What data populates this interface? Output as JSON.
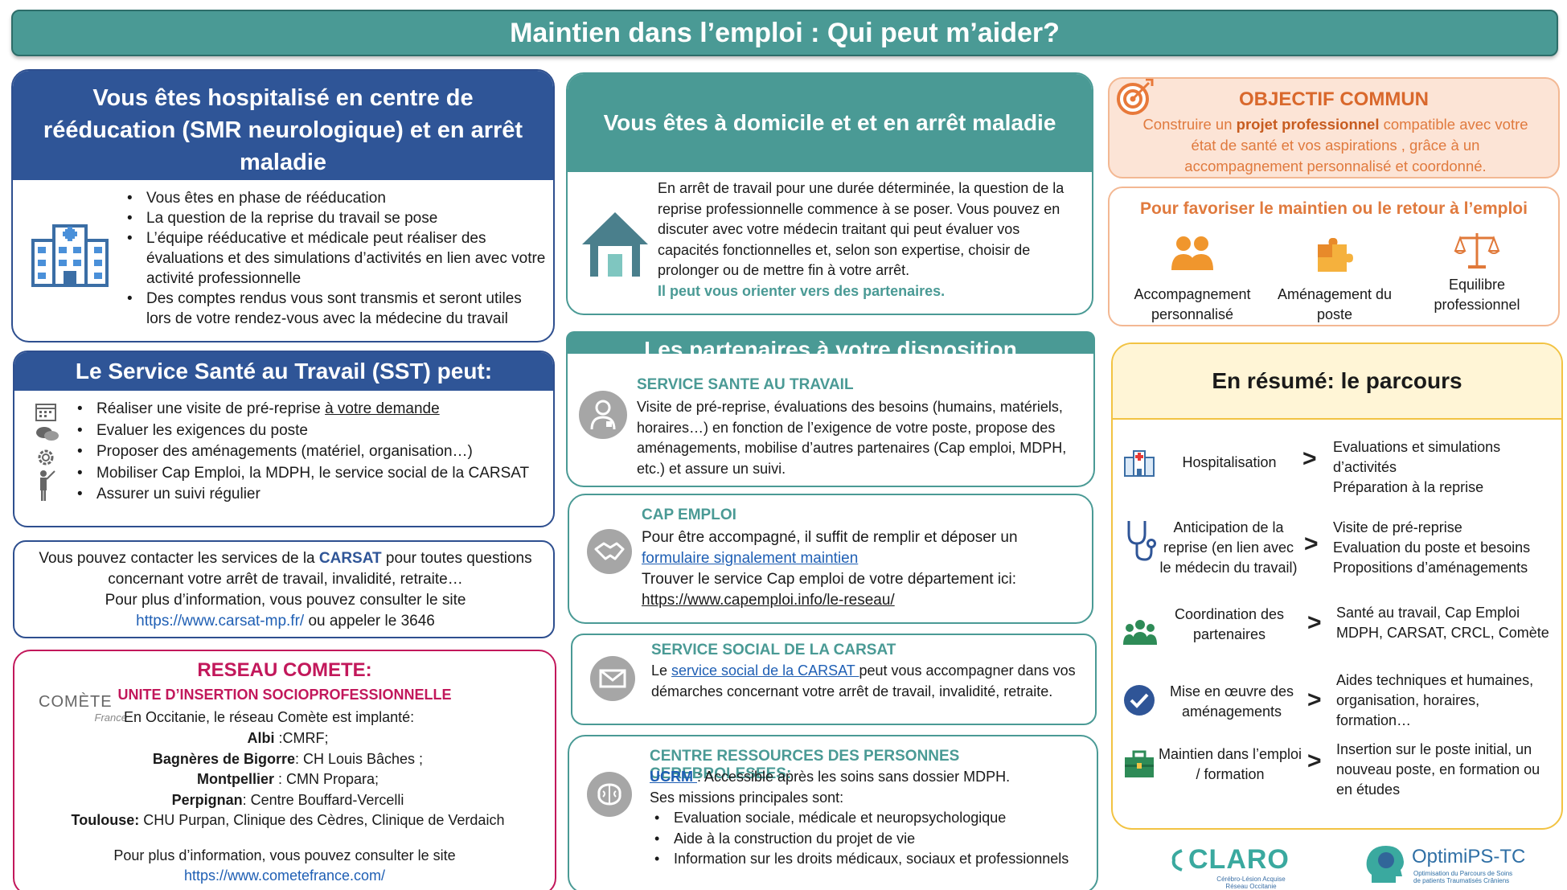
{
  "banner": {
    "title": "Maintien dans l’emploi : Qui peut m’aider?"
  },
  "hospital": {
    "title": "Vous êtes hospitalisé en centre de rééducation (SMR neurologique) et en arrêt maladie",
    "bullets": [
      "Vous êtes en phase de rééducation",
      "La question de la reprise du travail se pose",
      "L’équipe rééducative et médicale peut réaliser des évaluations et des simulations d’activités en lien avec votre activité professionnelle",
      "Des comptes rendus vous sont transmis et seront utiles lors de votre rendez-vous avec la médecine du travail"
    ]
  },
  "sst": {
    "title": "Le Service Santé au Travail (SST) peut:",
    "bullet1_text": "Réaliser une visite de pré-reprise ",
    "bullet1_link": "à votre demande",
    "bullets": [
      "Evaluer les exigences du poste",
      "Proposer des aménagements (matériel, organisation…)",
      "Mobiliser Cap Emploi, la MDPH, le service social de la CARSAT",
      "Assurer un suivi régulier"
    ]
  },
  "carsat": {
    "line1_pre": "Vous pouvez contacter les services de la ",
    "line1_brand": "CARSAT",
    "line1_post": " pour toutes questions concernant votre arrêt de travail, invalidité, retraite…",
    "line2": "Pour plus d’information, vous pouvez consulter le site",
    "link": "https://www.carsat-mp.fr/",
    "line3_post": " ou appeler le 3646"
  },
  "comete": {
    "title": "RESEAU COMETE:",
    "subtitle": "UNITE D’INSERTION SOCIOPROFESSIONNELLE",
    "logo_text": "COMÈTE",
    "logo_sub": "France",
    "intro": "En Occitanie, le réseau Comète est implanté:",
    "sites": [
      {
        "city": "Albi",
        "place": " :CMRF;"
      },
      {
        "city": "Bagnères de Bigorre",
        "place": ": CH Louis Bâches ;"
      },
      {
        "city": "Montpellier",
        "place": " : CMN Propara;"
      },
      {
        "city": "Perpignan",
        "place": ": Centre Bouffard-Vercelli"
      },
      {
        "city": "Toulouse:",
        "place": " CHU Purpan, Clinique des Cèdres, Clinique de Verdaich"
      }
    ],
    "more": "Pour plus d’information, vous pouvez consulter le site",
    "link": "https://www.cometefrance.com/"
  },
  "home": {
    "title": "Vous êtes à domicile et et en arrêt maladie",
    "text": "En arrêt de travail pour une durée déterminée, la question de la reprise professionnelle commence à se poser. Vous pouvez en discuter avec votre médecin traitant qui peut évaluer vos capacités fonctionnelles et, selon son expertise, choisir de prolonger ou de mettre fin à votre arrêt.",
    "highlight": "Il peut vous orienter vers des partenaires."
  },
  "partners": {
    "title": "Les partenaires à votre disposition",
    "sst": {
      "title": "SERVICE SANTE AU TRAVAIL",
      "text": "Visite de pré-reprise, évaluations des besoins  (humains, matériels, horaires…) en fonction de l’exigence de votre poste, propose des aménagements, mobilise d’autres partenaires (Cap emploi, MDPH, etc.) et assure un suivi."
    },
    "cap": {
      "title": "CAP EMPLOI",
      "line1": "Pour être accompagné, il suffit de remplir et déposer un",
      "link1": "formulaire signalement maintien",
      "line2": "Trouver le service Cap emploi de votre département ici:",
      "link2": "https://www.capemploi.info/le-reseau/"
    },
    "social": {
      "title": "SERVICE SOCIAL DE LA CARSAT",
      "pre": "Le ",
      "link": "service social de la CARSAT ",
      "post": "peut vous accompagner dans vos démarches concernant votre arrêt de travail, invalidité, retraite."
    },
    "crps": {
      "title": "CENTRE RESSOURCES DES PERSONNES CEREBROLESEES:",
      "link": "UCRM ",
      "line1_post": ": Accessible après les soins sans dossier MDPH.",
      "line2": "Ses missions principales sont:",
      "bullets": [
        "Evaluation sociale, médicale et neuropsychologique",
        "Aide à la construction du projet de vie",
        "Information sur les droits médicaux, sociaux et professionnels"
      ]
    }
  },
  "objective": {
    "title": "OBJECTIF COMMUN",
    "pre": "Construire un ",
    "bold": "projet professionnel",
    "post": " compatible avec votre état de santé et vos aspirations , grâce à un accompagnement personnalisé et coordonné."
  },
  "favor": {
    "title": "Pour favoriser le maintien ou le retour à l’emploi",
    "items": [
      {
        "label": "Accompagnement personnalisé",
        "icon": "people-icon"
      },
      {
        "label": "Aménagement du poste",
        "icon": "puzzle-icon"
      },
      {
        "label": "Equilibre professionnel",
        "icon": "balance-icon"
      }
    ]
  },
  "summary": {
    "title": "En résumé: le parcours",
    "arrow": ">",
    "steps": [
      {
        "label": "Hospitalisation",
        "desc": "Evaluations et simulations d’activités\nPréparation à la reprise",
        "icon": "hospital-icon"
      },
      {
        "label": "Anticipation de  la reprise (en lien avec le médecin du travail)",
        "desc": "Visite de pré-reprise\nEvaluation du poste et besoins\nPropositions d’aménagements",
        "icon": "stethoscope-icon"
      },
      {
        "label": "Coordination des partenaires",
        "desc": "Santé au travail, Cap Emploi\nMDPH, CARSAT, CRCL, Comète",
        "icon": "group-icon"
      },
      {
        "label": "Mise en œuvre des aménagements",
        "desc": "Aides techniques et humaines, organisation, horaires, formation…",
        "icon": "checkmark-icon"
      },
      {
        "label": "Maintien dans l’emploi / formation",
        "desc": "Insertion sur le poste initial, un nouveau poste, en formation ou en études",
        "icon": "briefcase-icon"
      }
    ]
  },
  "logos": {
    "claro": "CLARO",
    "claro_sub": "Cérébro-Lésion Acquise\nRéseau Occitanie",
    "optimips": "OptimiPS-TC",
    "optimips_sub": "Optimisation du Parcours de Soins\nde patients Traumatisés Crâniens"
  }
}
